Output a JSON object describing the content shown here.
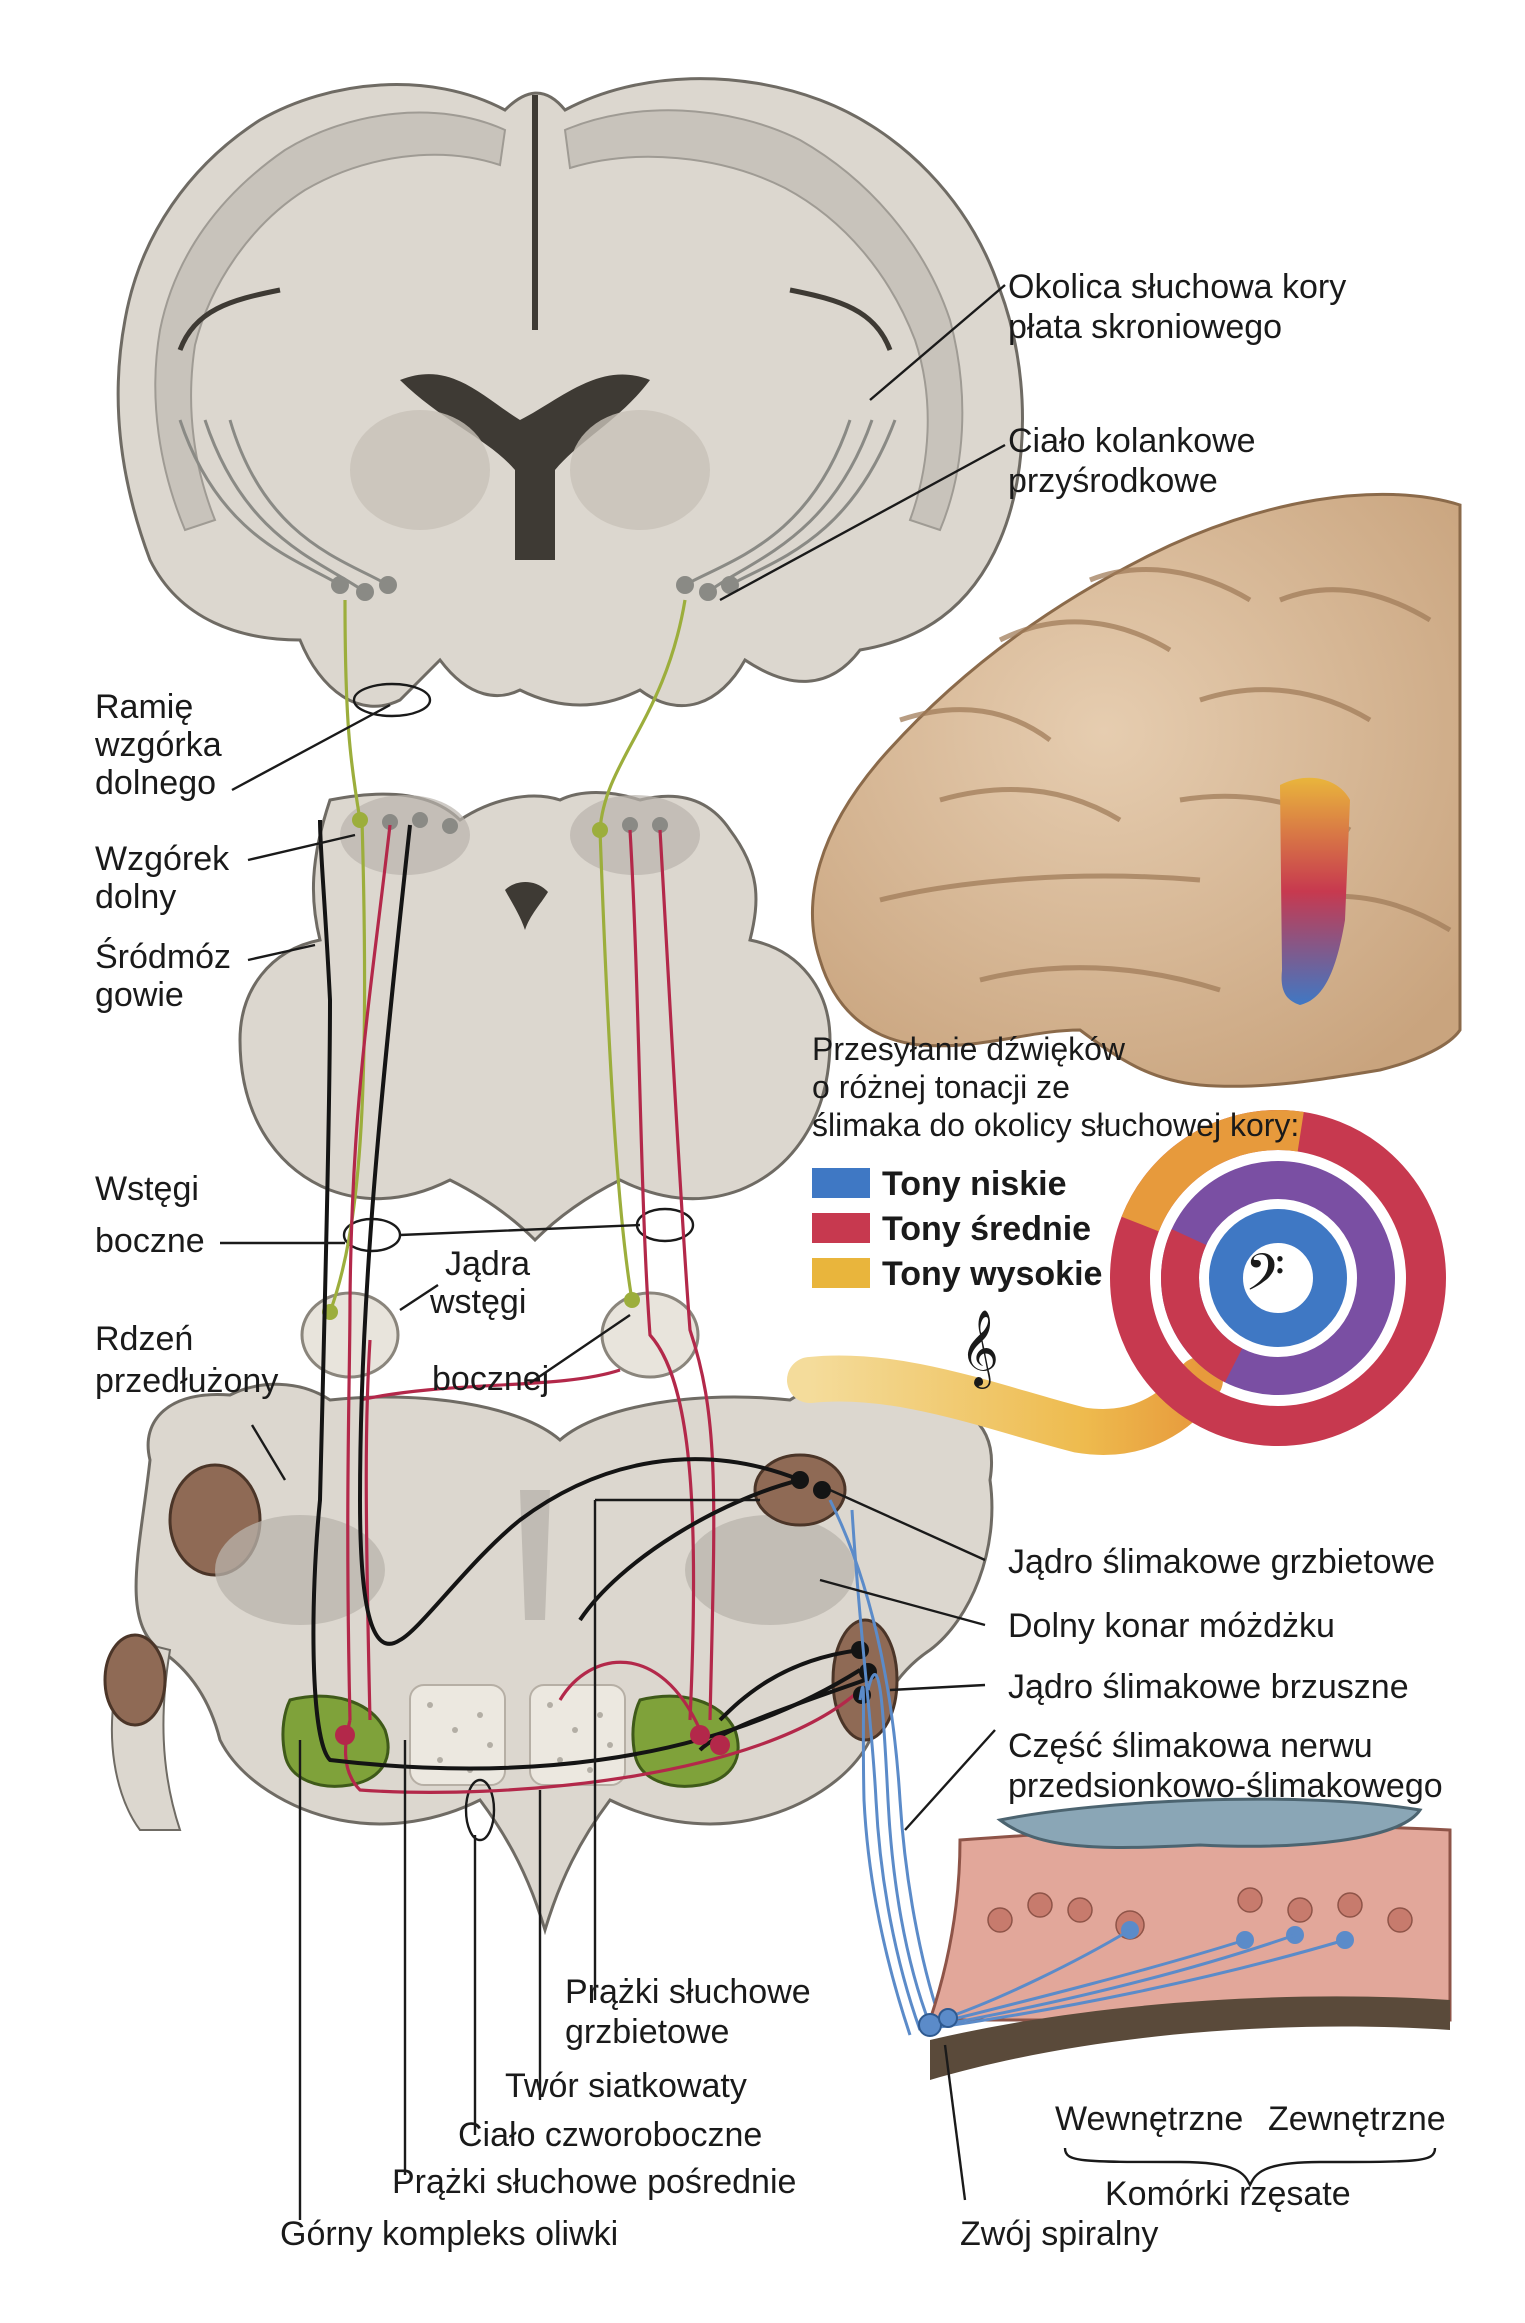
{
  "labels": {
    "auditory_cortex": [
      "Okolica słuchowa kory",
      "płata skroniowego"
    ],
    "medial_geniculate": [
      "Ciało kolankowe",
      "przyśrodkowe"
    ],
    "inferior_brachium": [
      "Ramię",
      "wzgórka",
      "dolnego"
    ],
    "inferior_colliculus": [
      "Wzgórek",
      "dolny"
    ],
    "midbrain": [
      "Śródmóz",
      "gowie"
    ],
    "lateral_lemniscus": [
      "Wstęgi",
      "boczne"
    ],
    "medulla": [
      "Rdzeń",
      "przedłużony"
    ],
    "lemniscus_nuclei": [
      "Jądra",
      "wstęgi",
      "bocznej"
    ],
    "dorsal_cochlear_nucleus": "Jądro ślimakowe grzbietowe",
    "inferior_cerebellar_peduncle": "Dolny konar móżdżku",
    "ventral_cochlear_nucleus": "Jądro ślimakowe brzuszne",
    "cochlear_nerve": [
      "Część ślimakowa nerwu",
      "przedsionkowo-ślimakowego"
    ],
    "dorsal_striae": [
      "Prążki słuchowe",
      "grzbietowe"
    ],
    "reticular_formation": "Twór siatkowaty",
    "trapezoid_body": "Ciało czworoboczne",
    "intermediate_striae": "Prążki słuchowe pośrednie",
    "superior_olive": "Górny kompleks oliwki",
    "spiral_ganglion": "Zwój spiralny",
    "inner_hair": "Wewnętrzne",
    "outer_hair": "Zewnętrzne",
    "hair_cells": "Komórki rzęsate"
  },
  "tonotopy": {
    "caption": [
      "Przesyłanie dźwięków",
      "o różnej tonacji ze",
      "ślimaka do okolicy słuchowej kory:"
    ],
    "legend": [
      {
        "label": "Tony niskie",
        "color": "#3f78c4"
      },
      {
        "label": "Tony średnie",
        "color": "#c7394f"
      },
      {
        "label": "Tony wysokie",
        "color": "#e9b53c"
      }
    ],
    "treble_clef": "𝄞",
    "bass_clef": "𝄢"
  },
  "colors": {
    "tissue": "#dcd7cf",
    "gray_matter": "#b9b4ac",
    "nucleus_green": "#7fa23a",
    "fiber_green": "#9cae3c",
    "fiber_red": "#b3284a",
    "fiber_black": "#141414",
    "fiber_blue": "#5b8bc9"
  }
}
